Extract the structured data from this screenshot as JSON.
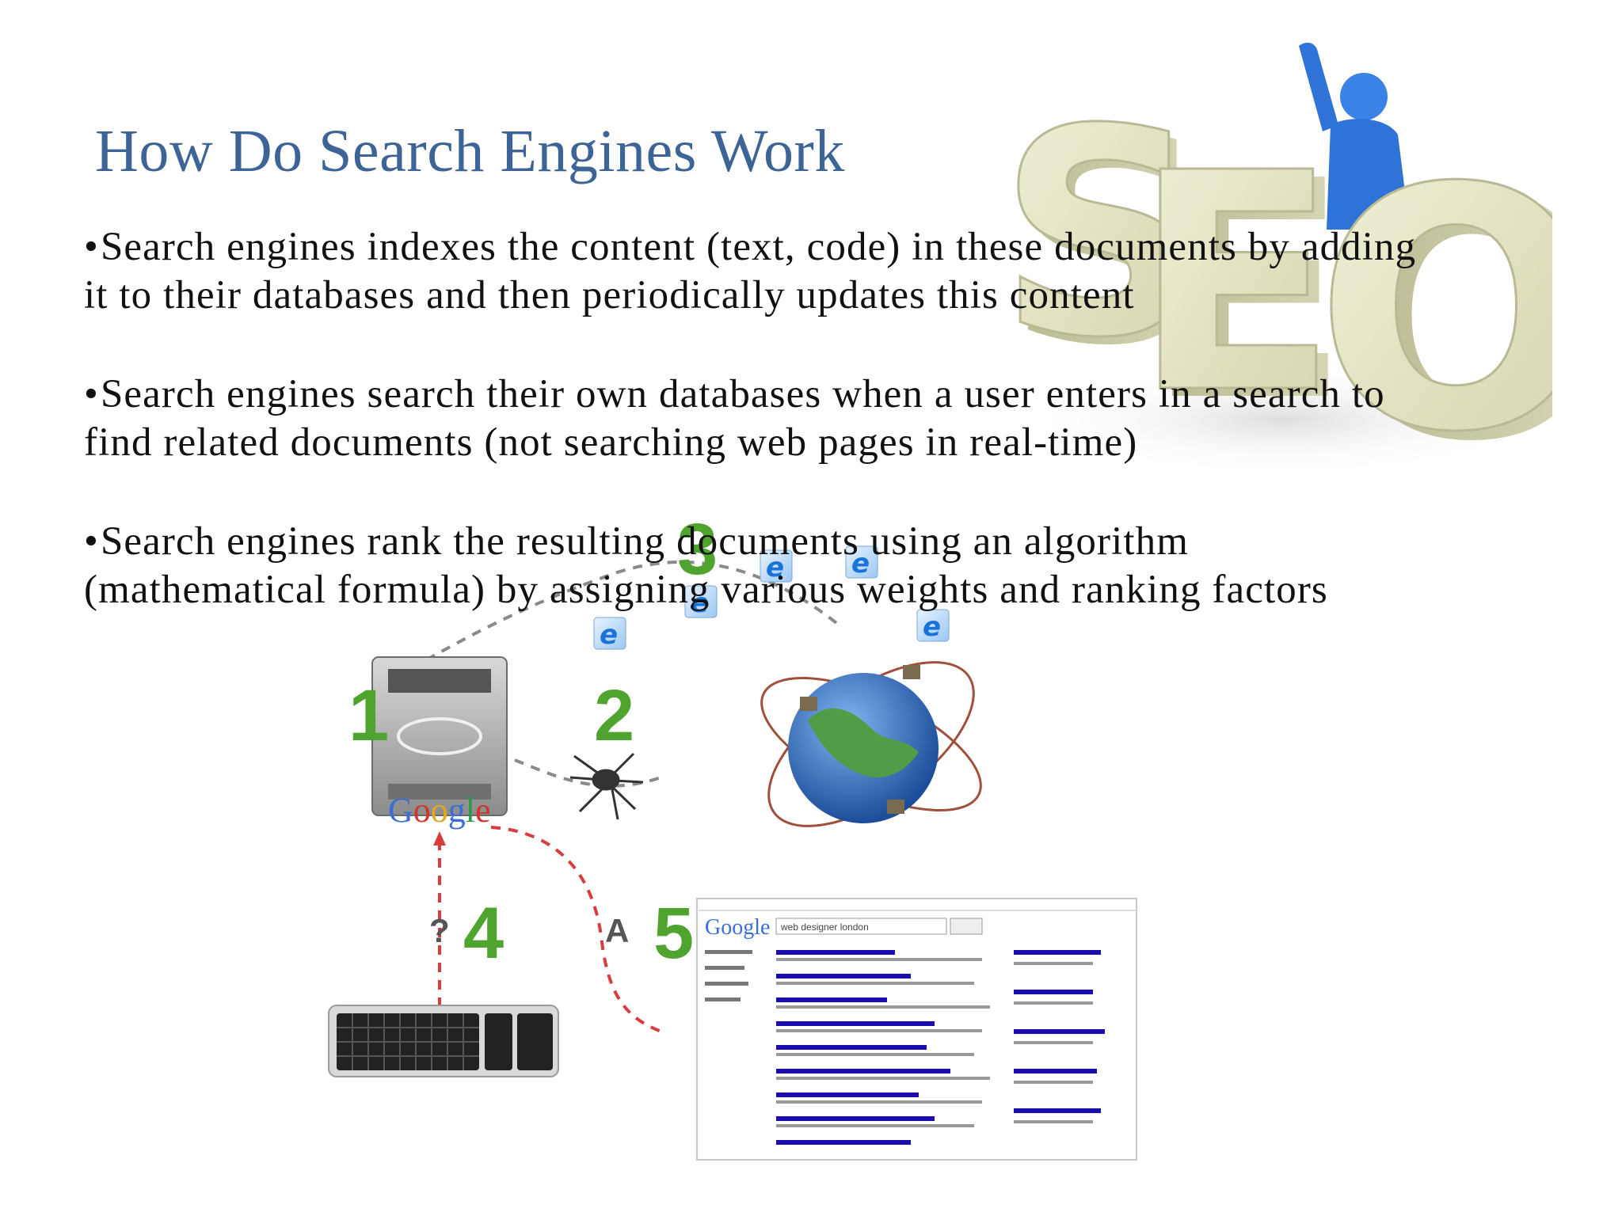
{
  "slide": {
    "title": "How Do Search Engines Work",
    "bullets": [
      {
        "mark": "•",
        "text": "Search engines indexes the content (text, code) in these documents by adding it to their databases and then periodically updates this content"
      },
      {
        "mark": "•",
        "text": "Search engines search their own databases when a user enters in a search to find related documents (not searching web pages in real-time)"
      },
      {
        "mark": "•",
        "text": "Search engines rank the resulting documents using an algorithm (mathematical formula) by assigning various weights and ranking factors"
      }
    ]
  },
  "seo_graphic": {
    "letters": [
      "S",
      "E",
      "O"
    ],
    "letter_color": "#e6e6c6",
    "figure_color": "#2f73d9",
    "icon": "seo-3d-letters-icon"
  },
  "diagram": {
    "step_numbers": [
      "1",
      "2",
      "3",
      "4",
      "5"
    ],
    "step_color": "#4fa32f",
    "google_logo": [
      "G",
      "o",
      "o",
      "g",
      "l",
      "e"
    ],
    "question_mark": "?",
    "answer_mark": "A",
    "icons": [
      "server-icon",
      "spider-icon",
      "globe-icon",
      "browser-icon",
      "keyboard-icon",
      "search-results-screenshot-icon"
    ],
    "results_logo": "Google",
    "results_query": "web designer london"
  }
}
